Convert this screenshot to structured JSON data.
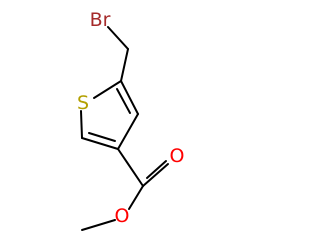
{
  "molecule": {
    "atoms": {
      "bromine": {
        "symbol": "Br",
        "color": "#a52a2a"
      },
      "sulfur": {
        "symbol": "S",
        "color": "#b3a000"
      },
      "carbonyl_oxygen": {
        "symbol": "O",
        "color": "#ff0000"
      },
      "ester_oxygen": {
        "symbol": "O",
        "color": "#ff0000"
      }
    },
    "bond_color": "#000000"
  }
}
